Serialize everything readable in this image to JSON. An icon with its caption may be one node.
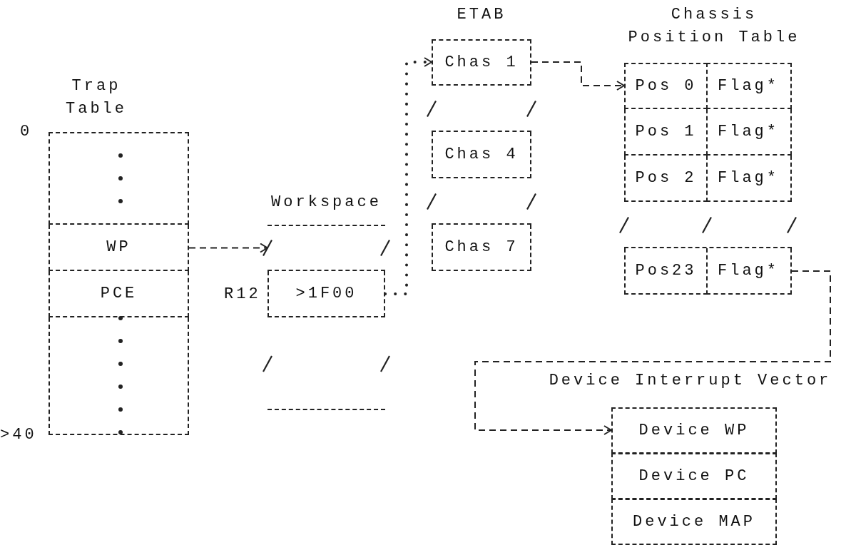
{
  "diagram": {
    "nodes": [
      {
        "text": [
          "Trap Table"
        ],
        "beside": [
          "0",
          ">40"
        ]
      },
      {
        "text": [],
        "shape": "box",
        "in": 0
      },
      {
        "text": [
          "WP"
        ],
        "in": 0
      },
      {
        "text": [
          "PCE"
        ],
        "in": 0
      },
      {
        "text": [],
        "shape": "box",
        "in": 0
      },
      {
        "text": [
          "Workspace"
        ]
      },
      {
        "text": [],
        "shape": "box",
        "in": 5
      },
      {
        "text": [
          ">1F00"
        ],
        "in": 5,
        "beside": [
          "R12"
        ]
      },
      {
        "text": [],
        "shape": "box",
        "in": 5
      },
      {
        "text": [
          "ETAB"
        ]
      },
      {
        "text": [
          "Chas 1"
        ],
        "in": 9
      },
      {
        "text": [],
        "shape": "box",
        "in": 9
      },
      {
        "text": [
          "Chas 4"
        ],
        "in": 9
      },
      {
        "text": [],
        "shape": "box",
        "in": 9
      },
      {
        "text": [
          "Chas 7"
        ],
        "in": 9
      },
      {
        "text": [
          "Chassis Position Table"
        ]
      },
      {
        "text": [
          "Pos 0"
        ],
        "in": 15
      },
      {
        "text": [
          "Flag*"
        ],
        "in": 15
      },
      {
        "text": [
          "Pos 1"
        ],
        "in": 15
      },
      {
        "text": [
          "Flag*"
        ],
        "in": 15
      },
      {
        "text": [
          "Pos 2"
        ],
        "in": 15
      },
      {
        "text": [
          "Flag*"
        ],
        "in": 15
      },
      {
        "text": [],
        "shape": "box",
        "in": 15
      },
      {
        "text": [
          "Pos23"
        ],
        "in": 15
      },
      {
        "text": [
          "Flag*"
        ],
        "in": 15
      },
      {
        "text": [
          "Device Interrupt Vector"
        ]
      },
      {
        "text": [
          "Device WP"
        ],
        "in": 25
      },
      {
        "text": [
          "Device PC"
        ],
        "in": 25
      },
      {
        "text": [
          "Device MAP"
        ],
        "in": 25
      }
    ],
    "edges": [
      {
        "from": 2,
        "to": 6,
        "arrow": "to",
        "style": "dashed"
      },
      {
        "from": 7,
        "to": 10,
        "arrow": "to"
      },
      {
        "from": 10,
        "to": 16,
        "arrow": "to",
        "style": "dashed"
      },
      {
        "from": 24,
        "to": 26,
        "arrow": "to",
        "style": "dashed"
      }
    ]
  }
}
